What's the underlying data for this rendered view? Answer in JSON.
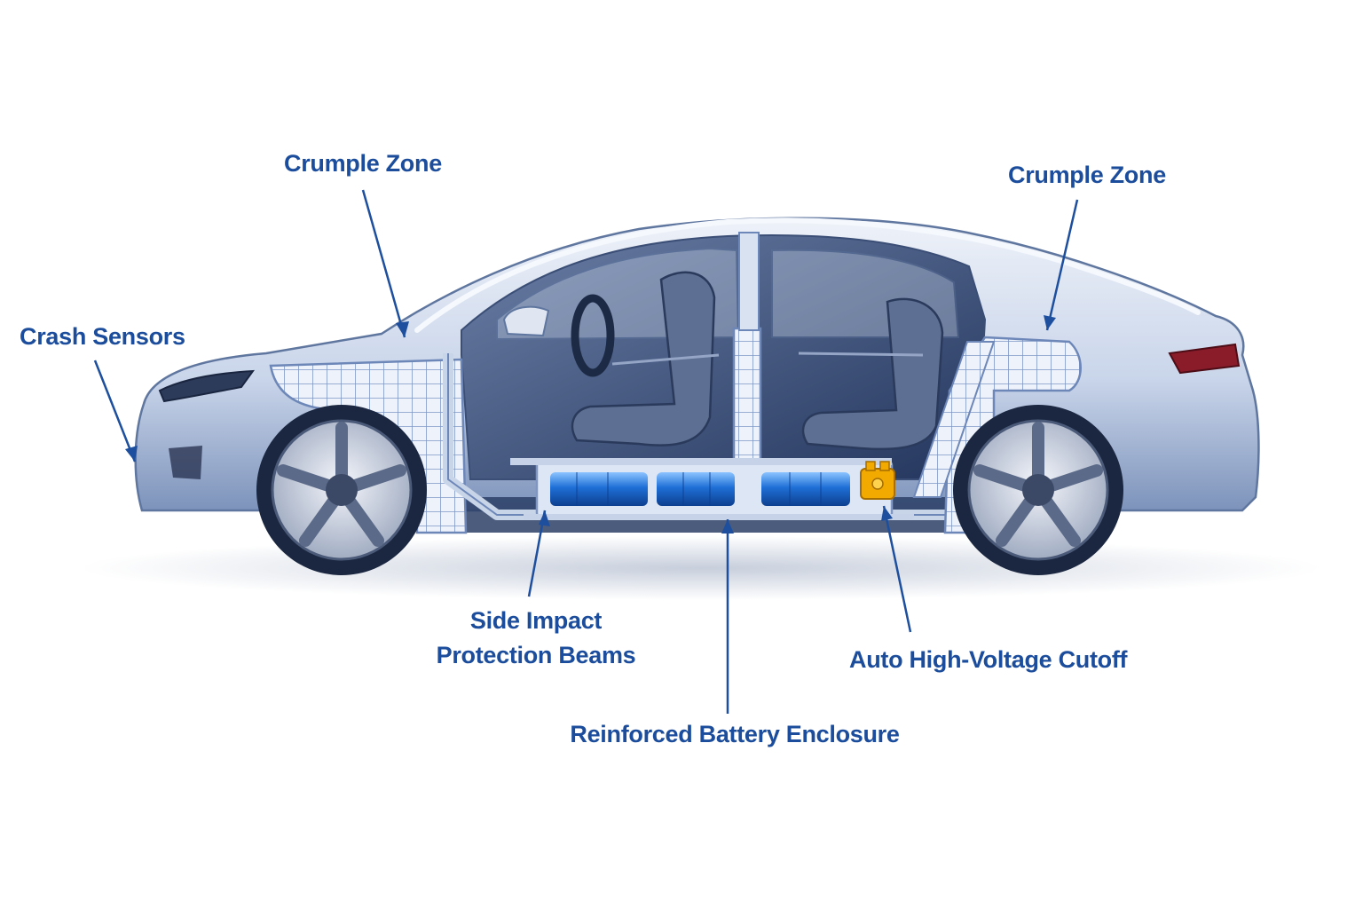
{
  "diagram": {
    "labels": {
      "crumple_zone_front": "Crumple Zone",
      "crumple_zone_rear": "Crumple Zone",
      "crash_sensors": "Crash Sensors",
      "side_impact_line1": "Side Impact",
      "side_impact_line2": "Protection Beams",
      "hv_cutoff": "Auto High-Voltage Cutoff",
      "battery_enclosure": "Reinforced Battery Enclosure"
    },
    "colors": {
      "label_text": "#1b4d9c",
      "leader_line": "#1d4f9e",
      "body_light": "#dfe7f4",
      "body_mid": "#b9c7de",
      "body_dark": "#23355c",
      "structure_grid": "#8fa6cf",
      "battery_cells": "#1e6fd6",
      "hv_cutoff_unit": "#f2a900",
      "tail_light": "#8a1c2a"
    }
  }
}
